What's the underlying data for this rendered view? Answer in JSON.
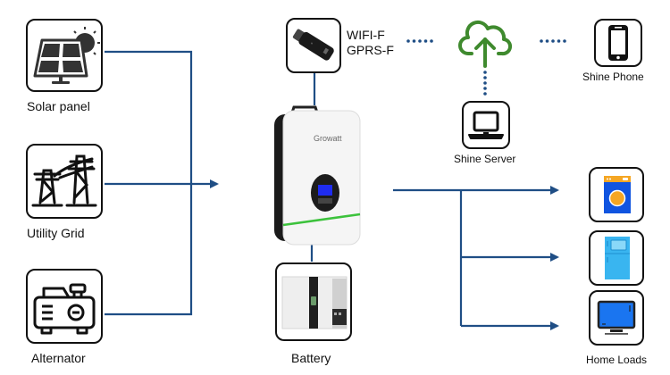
{
  "diagram": {
    "colors": {
      "line": "#1f4e85",
      "cloud": "#3f8a2e",
      "icon_dark": "#333333",
      "washer_blue": "#1054e0",
      "washer_top": "#f5a623",
      "fridge": "#39b5f0",
      "tv_screen": "#1a75f0",
      "inverter_green": "#3cc23c"
    },
    "sources": [
      {
        "id": "solar",
        "label": "Solar panel",
        "icon": "solar-panel-icon"
      },
      {
        "id": "grid",
        "label": "Utility Grid",
        "icon": "power-tower-icon"
      },
      {
        "id": "alternator",
        "label": "Alternator",
        "icon": "generator-icon"
      }
    ],
    "inverter": {
      "brand": "Growatt",
      "icon": "inverter-icon"
    },
    "battery": {
      "label": "Battery",
      "icon": "battery-icon"
    },
    "monitoring": {
      "dongle_label_1": "WIFI-F",
      "dongle_label_2": "GPRS-F",
      "cloud_icon": "cloud-upload-icon",
      "server_label": "Shine Server",
      "phone_label": "Shine Phone"
    },
    "loads": {
      "label": "Home Loads",
      "items": [
        "washing-machine-icon",
        "refrigerator-icon",
        "tv-monitor-icon"
      ]
    }
  }
}
